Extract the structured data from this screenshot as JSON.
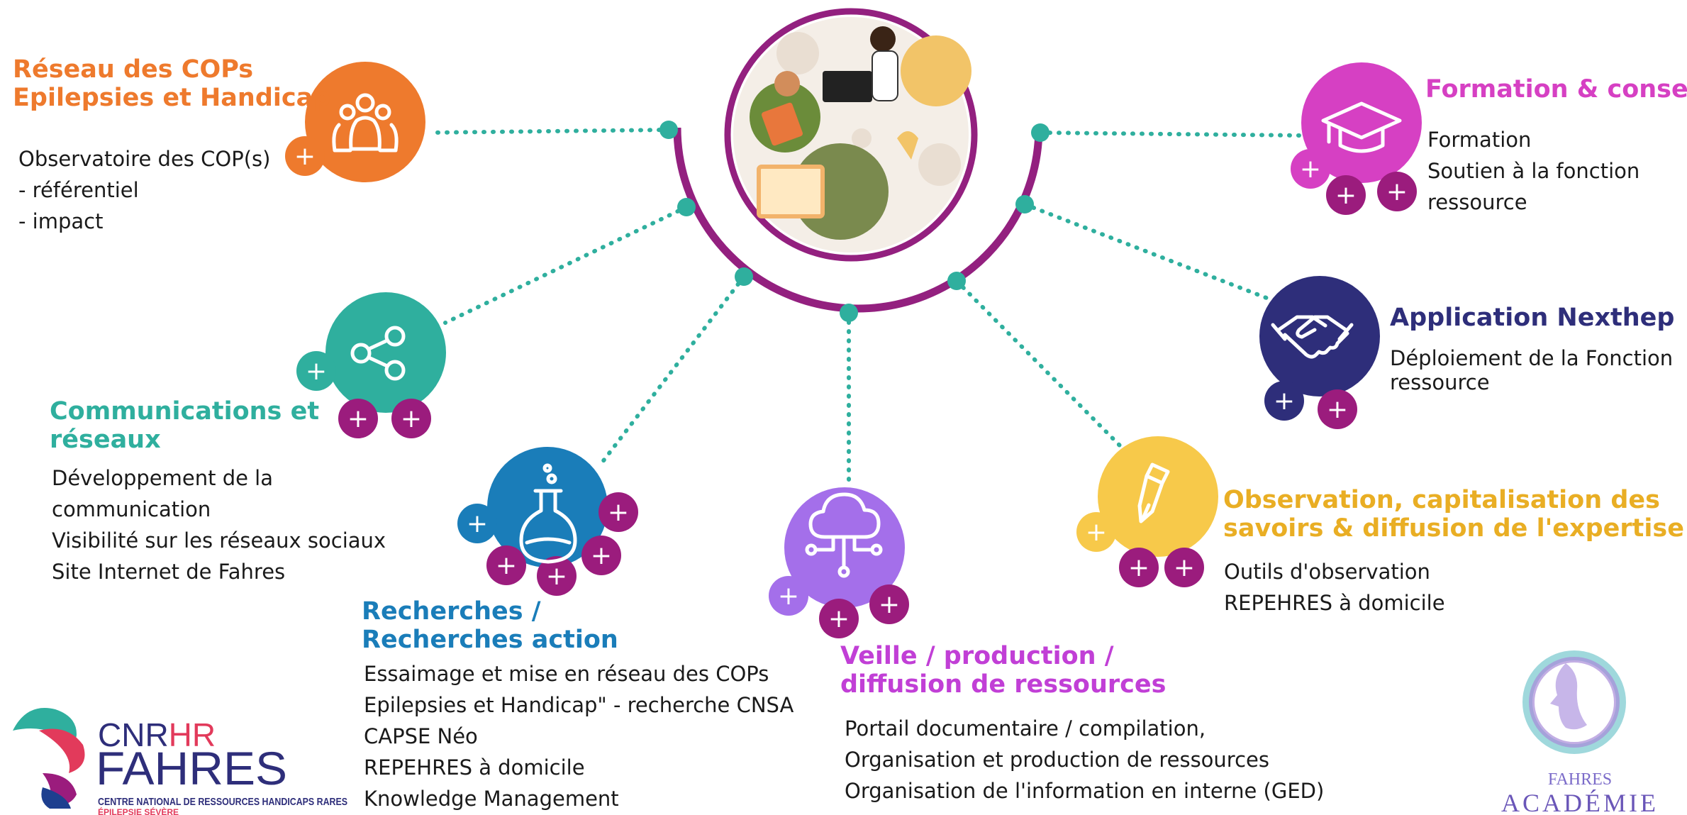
{
  "colors": {
    "orange": "#EE7A2D",
    "teal": "#2FAF9E",
    "blue": "#1A7DB9",
    "purple_light": "#A46FEA",
    "yellow": "#F7C94A",
    "navy": "#2E2E7A",
    "pink": "#D640C3",
    "magenta": "#9B1C7D",
    "ring": "#93207F",
    "dot": "#2FAF9E",
    "gold_text": "#E9AE24",
    "violet_text": "#C13FD6"
  },
  "hub": {
    "illustration": "people-collaborating-illustration"
  },
  "nodes": [
    {
      "id": "cop",
      "title": [
        "Réseau des COPs",
        "Epilepsies et Handicap"
      ],
      "lines": [
        "Observatoire des COP(s)",
        "- référentiel",
        "- impact"
      ],
      "icon": "people-group-icon"
    },
    {
      "id": "comm",
      "title": [
        "Communications et",
        "réseaux"
      ],
      "lines": [
        "Développement de la",
        "communication",
        "Visibilité sur les réseaux sociaux",
        "Site Internet de Fahres"
      ],
      "icon": "share-icon"
    },
    {
      "id": "research",
      "title": [
        "Recherches /",
        "Recherches action"
      ],
      "lines": [
        "Essaimage et mise en réseau des COPs",
        "Epilepsies et Handicap\" - recherche CNSA",
        "CAPSE Néo",
        "REPEHRES à domicile",
        "Knowledge Management"
      ],
      "icon": "flask-icon"
    },
    {
      "id": "veille",
      "title": [
        "Veille / production /",
        "diffusion de ressources"
      ],
      "lines": [
        "Portail documentaire / compilation,",
        "Organisation et production de ressources",
        "Organisation de l'information en interne (GED)"
      ],
      "icon": "cloud-network-icon"
    },
    {
      "id": "observation",
      "title": [
        "Observation, capitalisation des",
        "savoirs & diffusion de l'expertise"
      ],
      "lines": [
        "Outils d'observation",
        "REPEHRES à domicile"
      ],
      "icon": "fountain-pen-icon"
    },
    {
      "id": "nexthep",
      "title": [
        "Application Nexthep"
      ],
      "lines": [
        "Déploiement de la Fonction",
        "ressource"
      ],
      "icon": "handshake-icon"
    },
    {
      "id": "formation",
      "title": [
        "Formation & conseils"
      ],
      "lines": [
        "Formation",
        "Soutien à la fonction",
        "ressource"
      ],
      "icon": "graduation-cap-icon"
    }
  ],
  "plus_symbol": "+",
  "logo_left": {
    "text_cnr": "CNR",
    "text_hr": "HR",
    "text_fahres": "FAHRES",
    "subtitle": "CENTRE NATIONAL DE RESSOURCES HANDICAPS RARES",
    "subtitle2": "ÉPILEPSIE SÉVÈRE"
  },
  "logo_right": {
    "line1": "FAHRES",
    "line2": "ACADÉMIE"
  }
}
